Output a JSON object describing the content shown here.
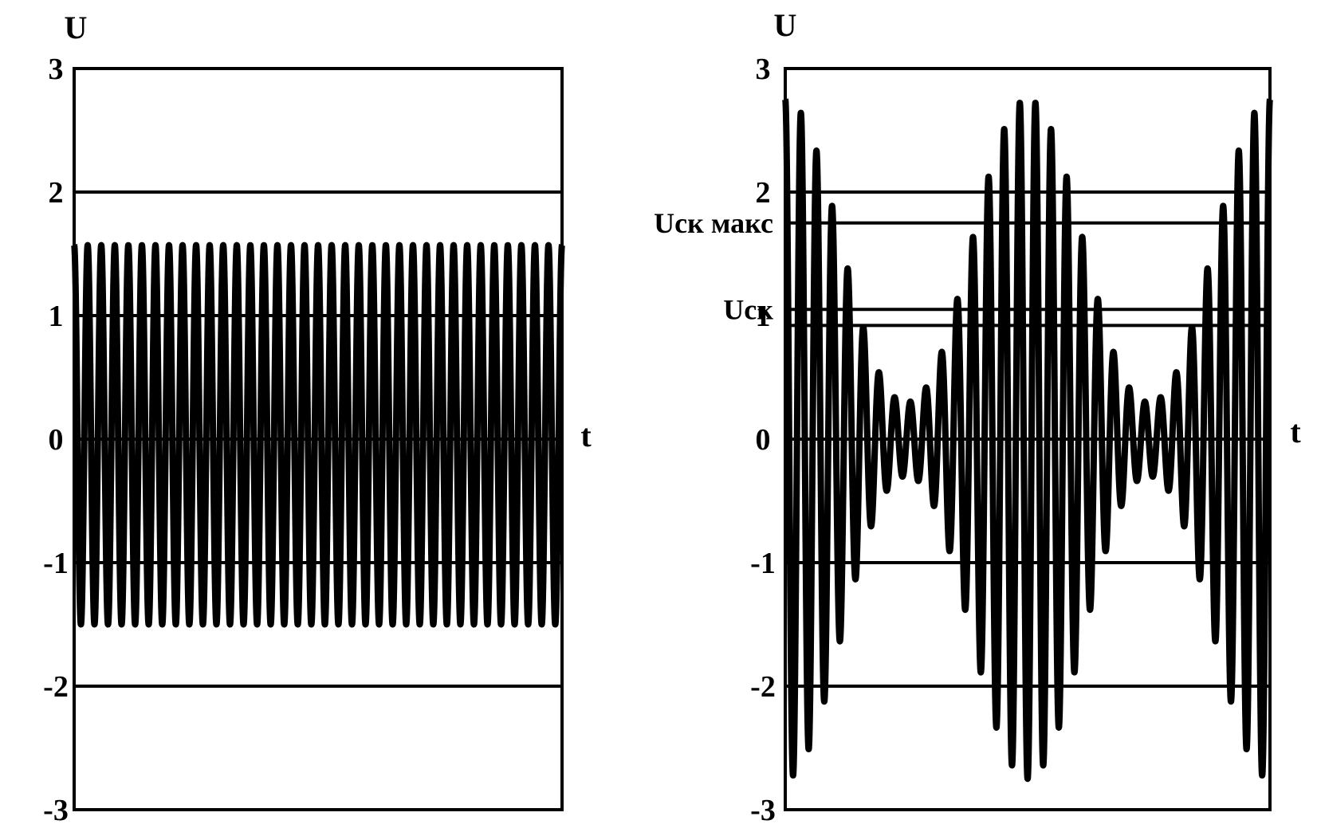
{
  "chart_data": [
    {
      "type": "line",
      "title": "",
      "xlabel": "t",
      "ylabel": "U",
      "ylim": [
        -3,
        3
      ],
      "yticks": [
        {
          "value": 3,
          "label": "3"
        },
        {
          "value": 2,
          "label": "2"
        },
        {
          "value": 1,
          "label": "1"
        },
        {
          "value": 0,
          "label": "0"
        },
        {
          "value": -1,
          "label": "-1"
        },
        {
          "value": -2,
          "label": "-2"
        },
        {
          "value": -3,
          "label": "-3"
        }
      ],
      "grid_levels": [
        2,
        1,
        0,
        -1,
        -2
      ],
      "reference_lines": [],
      "series": [
        {
          "kind": "sinusoid",
          "amplitude_max": 1.57,
          "amplitude_min": -1.5,
          "cycles": 36
        }
      ]
    },
    {
      "type": "line",
      "title": "",
      "xlabel": "t",
      "ylabel": "U",
      "ylim": [
        -3,
        3
      ],
      "yticks": [
        {
          "value": 3,
          "label": "3"
        },
        {
          "value": 2,
          "label": "2"
        },
        {
          "value": 1,
          "label": "1"
        },
        {
          "value": 0,
          "label": "0"
        },
        {
          "value": -1,
          "label": "-1"
        },
        {
          "value": -2,
          "label": "-2"
        },
        {
          "value": -3,
          "label": "-3"
        }
      ],
      "grid_levels": [
        2,
        0,
        -1,
        -2
      ],
      "reference_lines": [
        {
          "value": 1.75,
          "label": "Uск макс"
        },
        {
          "value": 1.05,
          "label": "Uск"
        },
        {
          "value": 0.92,
          "label": ""
        }
      ],
      "series": [
        {
          "kind": "beating",
          "peak_amplitude": 2.75,
          "min_amplitude": 0.3,
          "carrier_cycles": 31,
          "envelope_cycles": 2
        }
      ]
    }
  ]
}
